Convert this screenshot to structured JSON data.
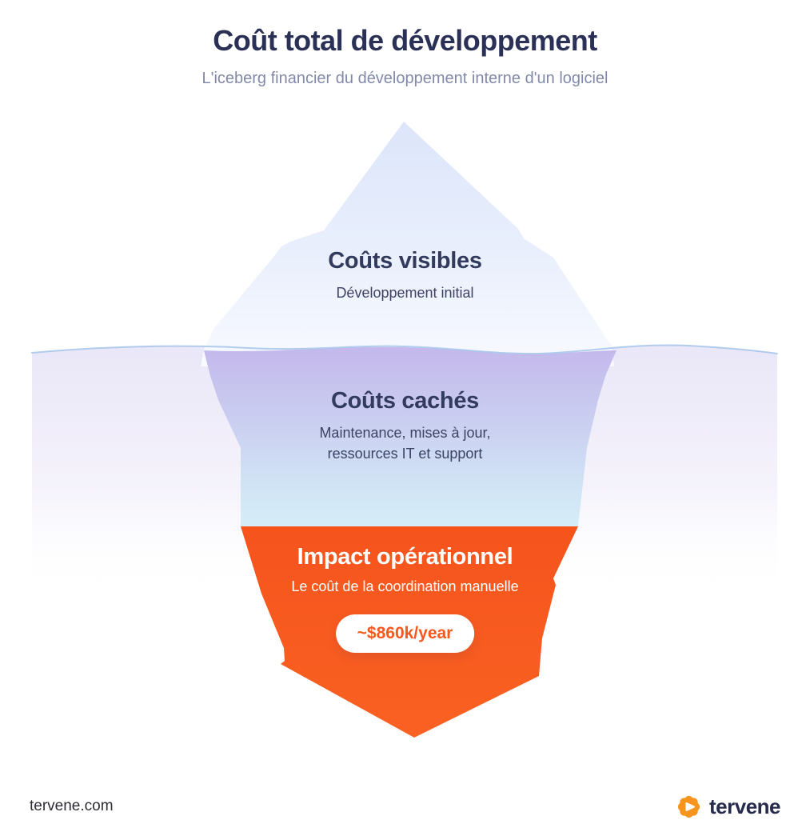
{
  "header": {
    "title": "Coût total de développement",
    "subtitle": "L'iceberg financier du développement interne d'un logiciel"
  },
  "iceberg": {
    "visible": {
      "title": "Coûts visibles",
      "subtitle": "Développement initial"
    },
    "hidden": {
      "title": "Coûts cachés",
      "subtitle_line1": "Maintenance, mises à jour,",
      "subtitle_line2": "ressources IT et support"
    },
    "impact": {
      "title": "Impact opérationnel",
      "subtitle": "Le coût de la coordination manuelle",
      "badge_label": "~$860k/year"
    }
  },
  "footer": {
    "website": "tervene.com",
    "brand_name": "tervene"
  },
  "colors": {
    "title_navy": "#2b3156",
    "subtitle_gray": "#8289a9",
    "iceberg_top_light": "#dce5fa",
    "iceberg_top_base": "#f8faff",
    "underwater_purple": "#c4b8ec",
    "underwater_cyan": "#d5edf8",
    "impact_orange": "#f85b20",
    "badge_text_orange": "#f7581d",
    "waterline_blue": "#aac6ea",
    "water_lavender": "#e9e6f8",
    "logo_orange": "#f6941e",
    "logo_navy": "#262b4c"
  },
  "icons": [
    {
      "name": "tervene-logo-icon",
      "meaning": "orange eight-point gear with white play triangle"
    }
  ]
}
